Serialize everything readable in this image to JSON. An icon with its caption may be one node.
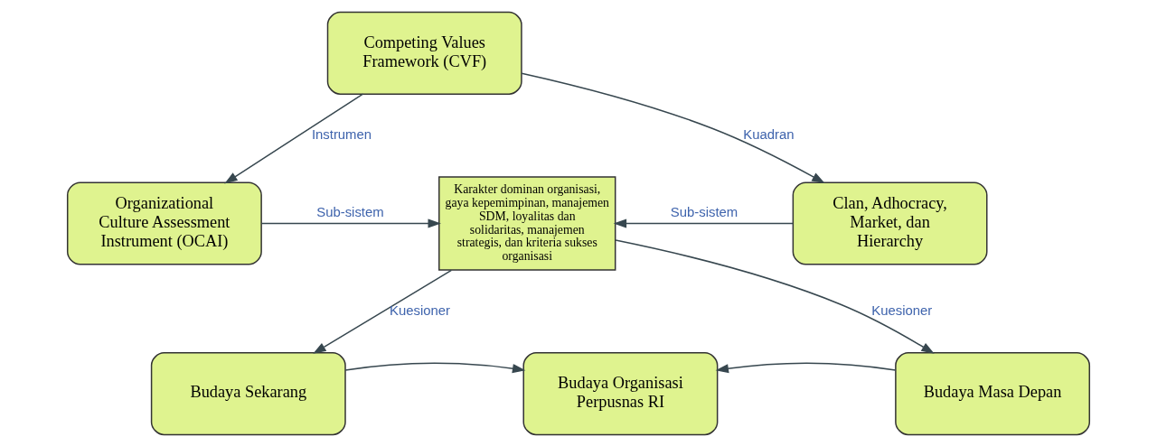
{
  "diagram": {
    "nodes": [
      {
        "text": [
          "Competing Values Framework (CVF)"
        ]
      },
      {
        "text": [
          "Organizational Culture Assessment Instrument (OCAI)"
        ]
      },
      {
        "text": [
          "Karakter dominan organisasi, gaya kepemimpinan, manajemen SDM, loyalitas dan solidaritas, manajemen strategis, dan kriteria sukses organisasi"
        ]
      },
      {
        "text": [
          "Clan, Adhocracy, Market, dan Hierarchy"
        ]
      },
      {
        "text": [
          "Budaya Sekarang"
        ]
      },
      {
        "text": [
          "Budaya Organisasi Perpusnas RI"
        ]
      },
      {
        "text": [
          "Budaya Masa Depan"
        ]
      }
    ],
    "edges": [
      {
        "from": 0,
        "to": 1,
        "arrow": "to",
        "label": "Instrumen"
      },
      {
        "from": 0,
        "to": 3,
        "arrow": "to",
        "label": "Kuadran"
      },
      {
        "from": 1,
        "to": 2,
        "arrow": "to",
        "label": "Sub-sistem"
      },
      {
        "from": 3,
        "to": 2,
        "arrow": "to",
        "label": "Sub-sistem"
      },
      {
        "from": 2,
        "to": 4,
        "arrow": "to",
        "label": "Kuesioner"
      },
      {
        "from": 2,
        "to": 6,
        "arrow": "to",
        "label": "Kuesioner"
      },
      {
        "from": 4,
        "to": 5,
        "arrow": "to"
      },
      {
        "from": 6,
        "to": 5,
        "arrow": "to"
      }
    ]
  }
}
